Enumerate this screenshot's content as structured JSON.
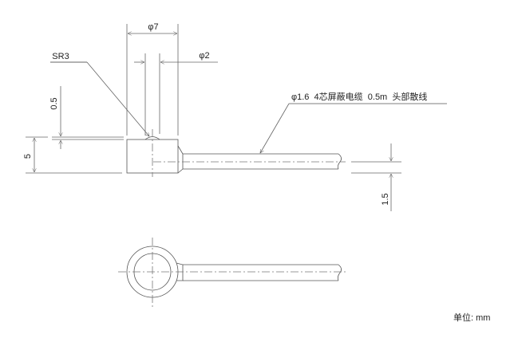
{
  "dimensions": {
    "outer_diameter": "φ7",
    "inner_diameter": "φ2",
    "sphere_radius": "SR3",
    "dome_height": "0.5",
    "body_height": "5",
    "cable_offset": "1.5"
  },
  "cable_label": "φ1.6  4芯屏蔽电缆  0.5m  头部散线",
  "unit_label": "单位: mm"
}
